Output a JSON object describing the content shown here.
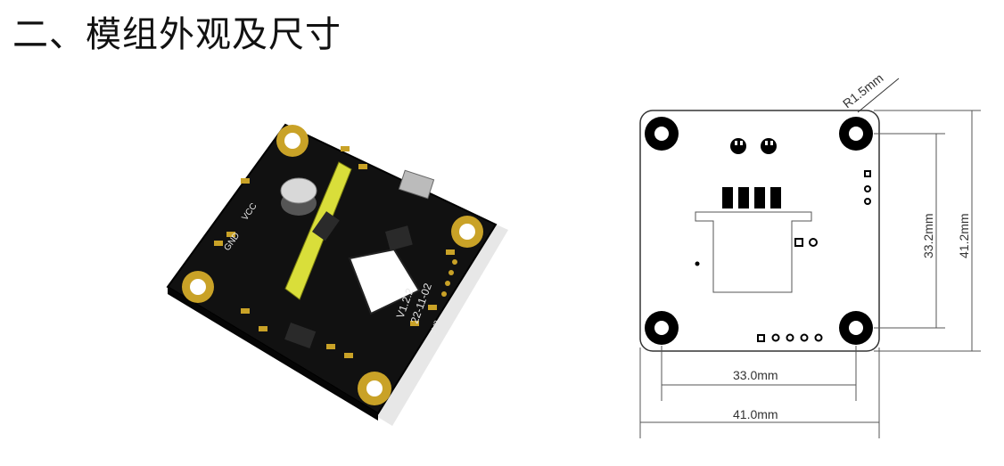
{
  "section_title": "二、模组外观及尺寸",
  "board_render": {
    "pcb_color": "#111111",
    "pad_color": "#c9a227",
    "connector_color": "#d9de3a",
    "version_text": "V1.2.2",
    "date_text": "22-11-02",
    "silk_vcc": "VCC",
    "silk_gnd": "GND",
    "silk_3v3": "3V3"
  },
  "drawing": {
    "corner_radius_label": "R1.5mm",
    "height_inner_label": "33.2mm",
    "height_outer_label": "41.2mm",
    "width_inner_label": "33.0mm",
    "width_outer_label": "41.0mm"
  }
}
